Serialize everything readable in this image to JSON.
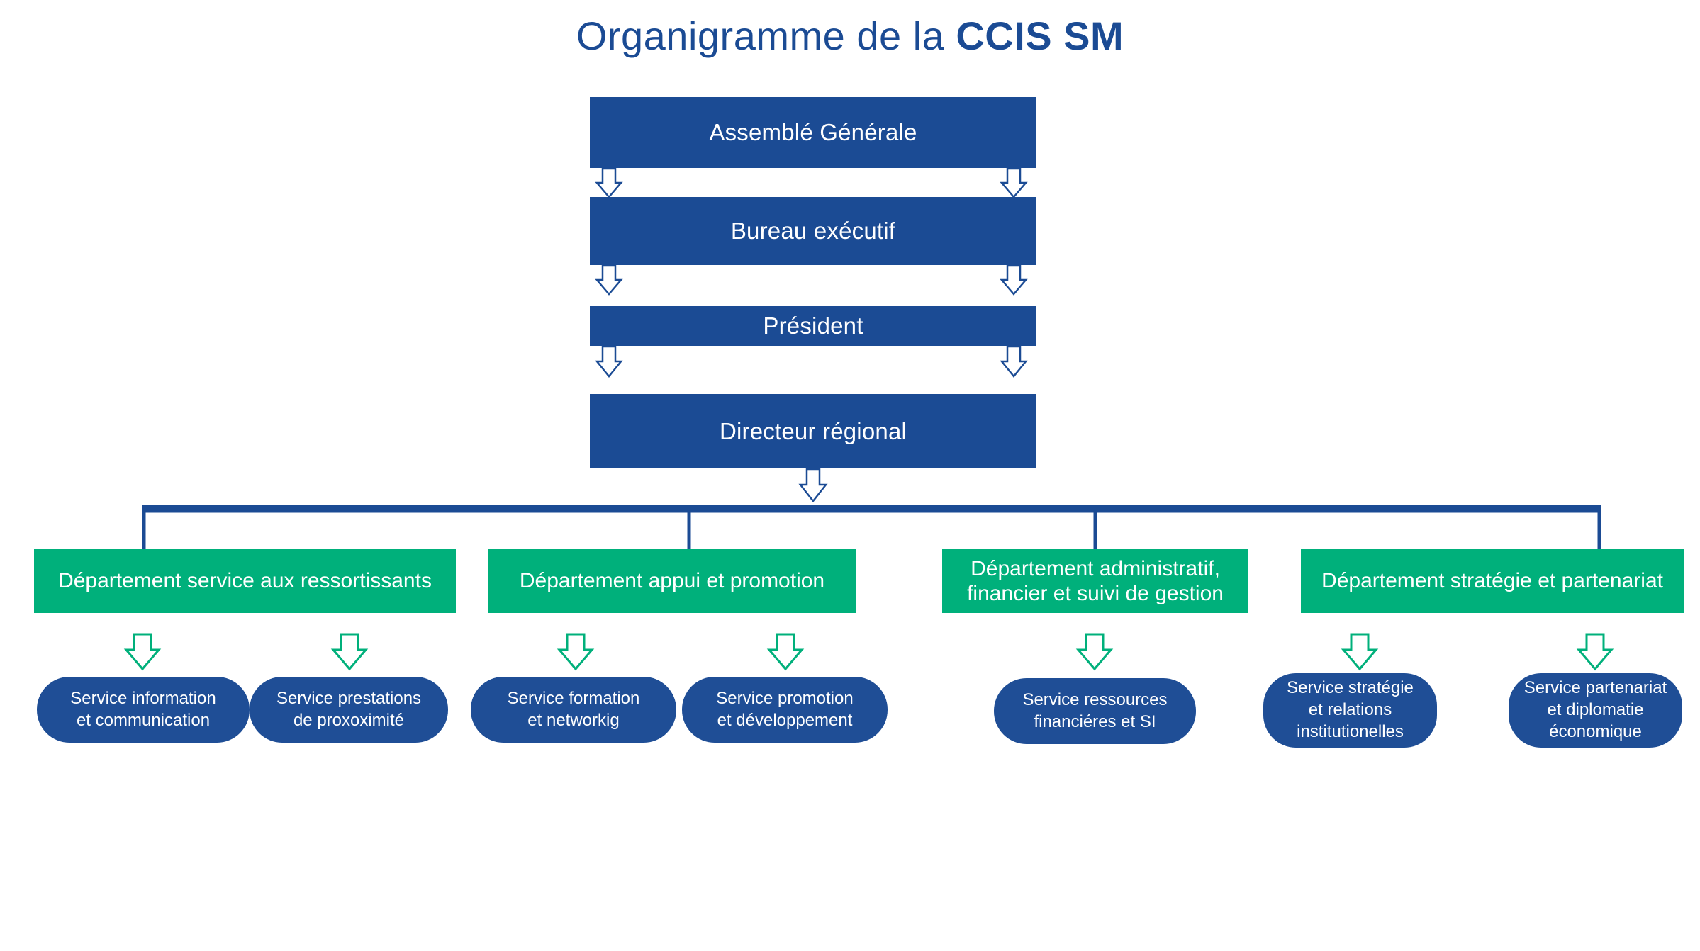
{
  "title": {
    "light": "Organigramme de la ",
    "bold": "CCIS SM",
    "full": "Organigramme de la CCIS SM"
  },
  "colors": {
    "brand_blue": "#1b4b94",
    "pill_blue": "#1f4e96",
    "brand_green": "#00b07b",
    "background": "#ffffff",
    "text_on_fill": "#ffffff"
  },
  "hierarchy": {
    "top_levels": [
      {
        "id": "assemblee-generale",
        "label": "Assemblé Générale"
      },
      {
        "id": "bureau-executif",
        "label": "Bureau exécutif"
      },
      {
        "id": "president",
        "label": "Président"
      },
      {
        "id": "directeur-regional",
        "label": "Directeur régional"
      }
    ],
    "departments": [
      {
        "id": "dept-service-ressortissants",
        "label": "Département service aux ressortissants",
        "lines": [
          "Département service aux ressortissants"
        ],
        "services": [
          {
            "id": "service-information-communication",
            "lines": [
              "Service information",
              "et communication"
            ]
          },
          {
            "id": "service-prestations-proximite",
            "lines": [
              "Service prestations",
              "de proxoximité"
            ]
          }
        ]
      },
      {
        "id": "dept-appui-promotion",
        "label": "Département appui et promotion",
        "lines": [
          "Département appui et promotion"
        ],
        "services": [
          {
            "id": "service-formation-networking",
            "lines": [
              "Service formation",
              "et networkig"
            ]
          },
          {
            "id": "service-promotion-developpement",
            "lines": [
              "Service promotion",
              "et développement"
            ]
          }
        ]
      },
      {
        "id": "dept-administratif-financier",
        "label": "Département administratif, financier et suivi de gestion",
        "lines": [
          "Département administratif,",
          "financier et suivi de gestion"
        ],
        "services": [
          {
            "id": "service-ressources-financieres-si",
            "lines": [
              "Service ressources",
              "financiéres et SI"
            ]
          }
        ]
      },
      {
        "id": "dept-strategie-partenariat",
        "label": "Département stratégie et partenariat",
        "lines": [
          "Département stratégie et partenariat"
        ],
        "services": [
          {
            "id": "service-strategie-relations",
            "lines": [
              "Service stratégie",
              "et relations",
              "institutionelles"
            ]
          },
          {
            "id": "service-partenariat-diplomatie",
            "lines": [
              "Service partenariat",
              "et diplomatie",
              "économique"
            ]
          }
        ]
      }
    ]
  },
  "connectors": {
    "blue_arrow_style": "hollow-block-arrow-down",
    "green_arrow_style": "hollow-block-arrow-down",
    "bus_line_description": "horizontal blue bus under Directeur régional with four vertical drops to the departments"
  }
}
